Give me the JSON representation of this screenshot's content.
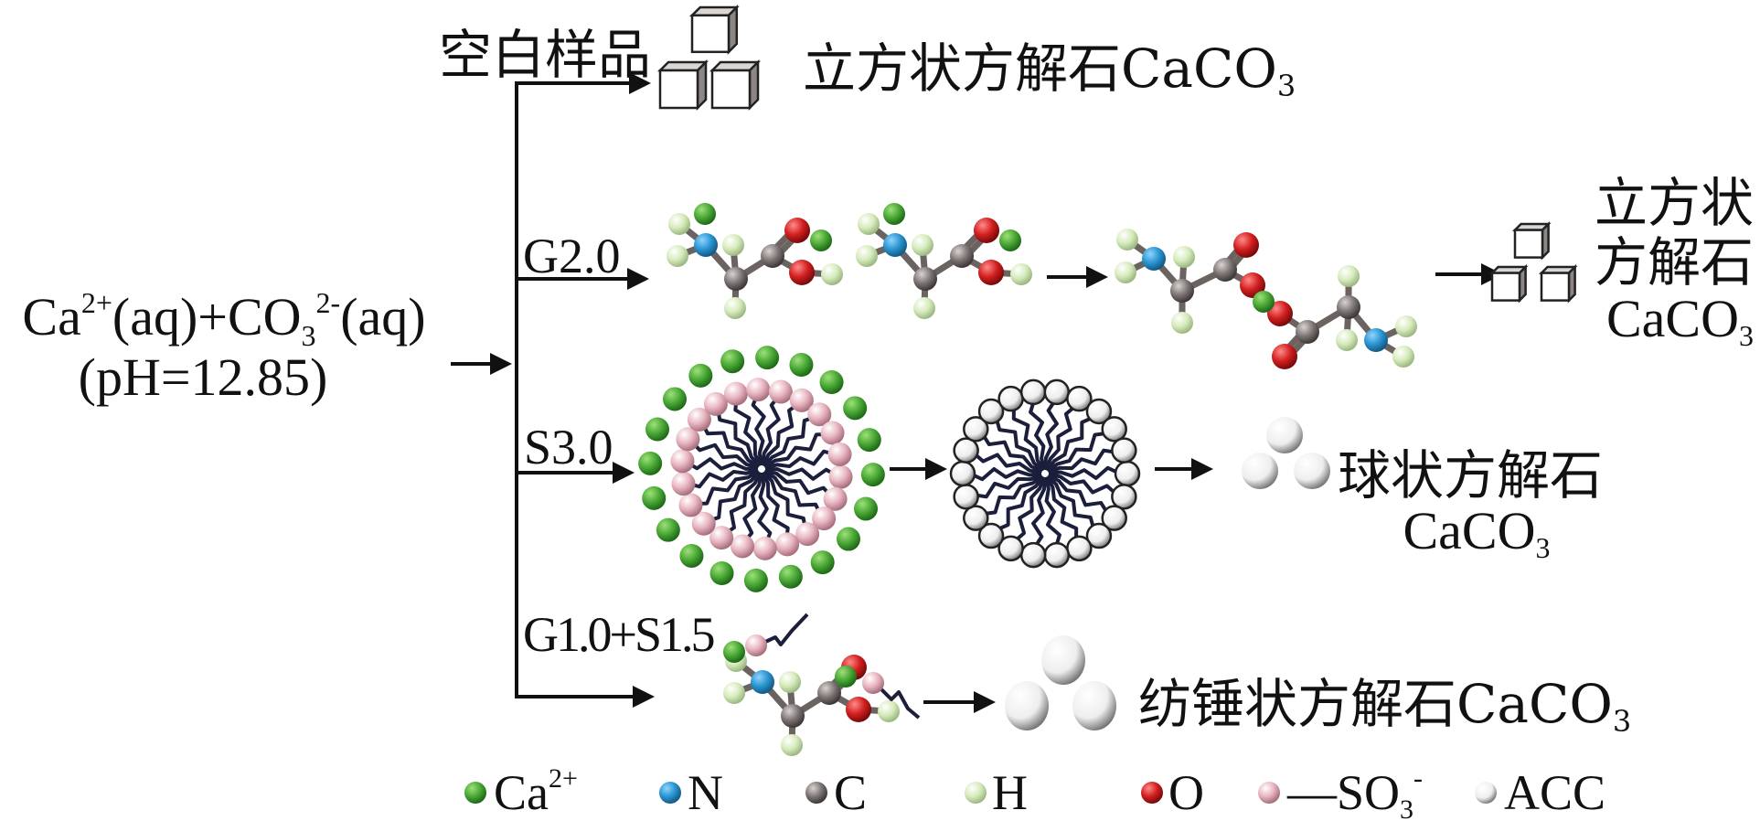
{
  "reactants": {
    "line1": "Ca²⁺(aq)+CO₃²⁻(aq)",
    "line1_parts": {
      "ca": "Ca",
      "ca_sup": "2+",
      "aq1": "(aq)+CO",
      "co_sub": "3",
      "co_sup": "2-",
      "aq2": "(aq)"
    },
    "line2": "(pH=12.85)"
  },
  "branches": [
    {
      "id": "blank",
      "label": "空白样品",
      "product": "立方状方解石CaCO₃",
      "product_parts": {
        "text": "立方状方解石CaCO",
        "sub": "3"
      }
    },
    {
      "id": "g2",
      "label": "G2.0",
      "product_lines": [
        "立方状",
        "方解石",
        "CaCO"
      ],
      "product_sub": "3"
    },
    {
      "id": "s3",
      "label": "S3.0",
      "product_lines": [
        "球状方解石",
        "CaCO"
      ],
      "product_sub": "3"
    },
    {
      "id": "g1s15",
      "label": "G1.0+S1.5",
      "product": "纺锤状方解石CaCO₃",
      "product_parts": {
        "text": "纺锤状方解石CaCO",
        "sub": "3"
      }
    }
  ],
  "legend": [
    {
      "key": "ca",
      "label": "Ca",
      "sup": "2+",
      "color": "#4aa836"
    },
    {
      "key": "n",
      "label": "N",
      "color": "#2a95d0"
    },
    {
      "key": "c",
      "label": "C",
      "color": "#8a8482"
    },
    {
      "key": "h",
      "label": "H",
      "color": "#d6ebbc"
    },
    {
      "key": "o",
      "label": "O",
      "color": "#d21f1f"
    },
    {
      "key": "so3",
      "label": "—SO",
      "sub": "3",
      "sup": "-",
      "color": "#e8b4c0"
    },
    {
      "key": "acc",
      "label": "ACC",
      "color": "#f2f2f2"
    }
  ],
  "colors": {
    "ca": "#4aa836",
    "n": "#2a95d0",
    "c": "#7d7674",
    "h": "#d6ebbc",
    "o": "#d21f1f",
    "so3": "#e8b4c0",
    "acc": "#f4f4f4",
    "tail": "#1b1f3b"
  }
}
